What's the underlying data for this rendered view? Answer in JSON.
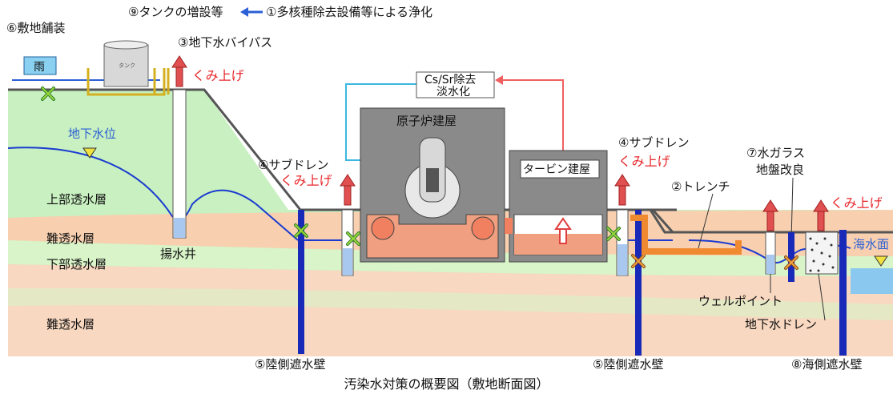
{
  "caption": "汚染水対策の概要図（敷地断面図）",
  "labels": {
    "tank_add": "⑨タンクの増設等",
    "purification": "①多核種除去設備等による浄化",
    "paving": "⑥敷地舗装",
    "rain": "雨",
    "tank": "タンク",
    "bypass": "③地下水バイパス",
    "pump_up": "くみ上げ",
    "cs_sr_line1": "Cs/Sr除去",
    "cs_sr_line2": "淡水化",
    "groundwater_level": "地下水位",
    "reactor_building": "原子炉建屋",
    "turbine_building": "タービン建屋",
    "subdrain": "④サブドレン",
    "water_glass": "⑦水ガラス",
    "ground_improve": "地盤改良",
    "trench": "②トレンチ",
    "sea_level": "海水面",
    "upper_aquifer": "上部透水層",
    "impermeable_1": "難透水層",
    "lower_aquifer": "下部透水層",
    "impermeable_2": "難透水層",
    "pumping_well": "揚水井",
    "well_point": "ウェルポイント",
    "gw_drain": "地下水ドレン",
    "land_wall": "⑤陸側遮水壁",
    "sea_wall": "⑧海側遮水壁"
  },
  "colors": {
    "upper_aquifer": "#c8f0c0",
    "impermeable": "#f8d0b0",
    "lower_aquifer": "#c8f0c0",
    "building": "#8a8a8a",
    "contaminated_water": "#f08060",
    "groundwater_line": "#1a3ad0",
    "wall_blue": "#1a2ab8",
    "arrow_red": "#e04040",
    "label_red": "#e8262a",
    "pipe_cyan": "#3ab8e0"
  },
  "icons": [
    "x-mark-icon",
    "arrow-up-icon",
    "water-level-triangle-icon",
    "arrow-left-icon"
  ]
}
